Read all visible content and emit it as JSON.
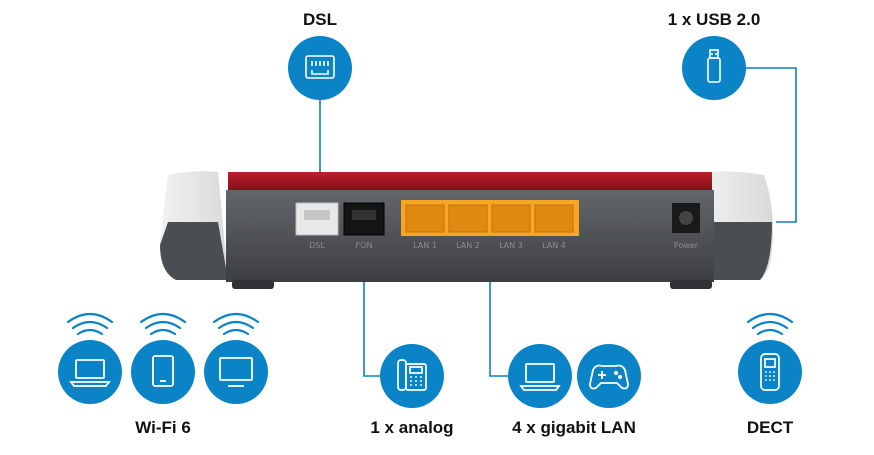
{
  "labels": {
    "dsl": "DSL",
    "usb": "1 x USB 2.0",
    "wifi": "Wi-Fi 6",
    "analog": "1 x analog",
    "lan": "4 x gigabit LAN",
    "dect": "DECT"
  },
  "router_ports": {
    "dsl": "DSL",
    "fon": "FON",
    "lan1": "LAN 1",
    "lan2": "LAN 2",
    "lan3": "LAN 3",
    "lan4": "LAN 4",
    "power": "Power"
  },
  "colors": {
    "accent_blue": "#0a84c6",
    "router_red": "#9c1420",
    "router_grey": "#55585d",
    "lan_yellow": "#f5a623"
  },
  "icons": [
    "ethernet-port-icon",
    "usb-stick-icon",
    "laptop-icon",
    "tablet-icon",
    "monitor-icon",
    "phone-icon",
    "gamepad-icon",
    "cordless-phone-icon",
    "wifi-waves-icon"
  ]
}
